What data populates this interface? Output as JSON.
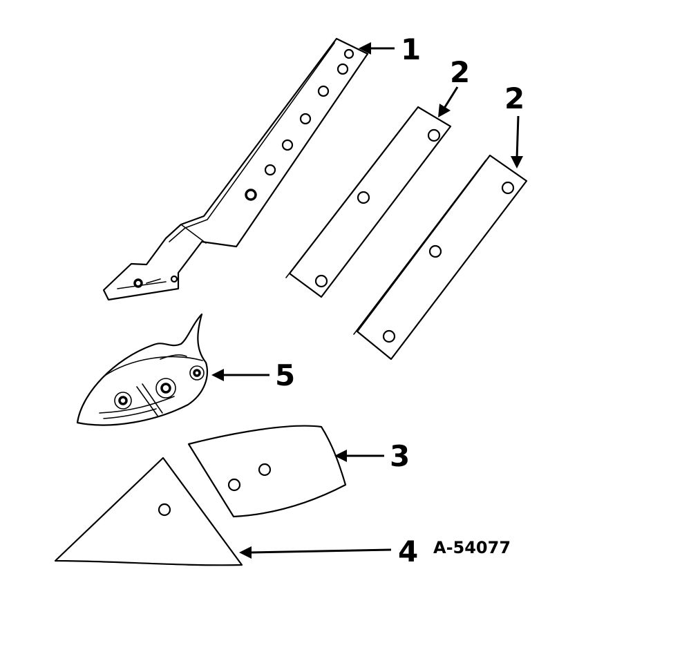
{
  "callouts": {
    "part_1": "1",
    "part_2a": "2",
    "part_2b": "2",
    "part_3": "3",
    "part_4": "4",
    "part_5": "5"
  },
  "drawing_number": "A-54077",
  "colors": {
    "line": "#000000",
    "background": "#ffffff"
  }
}
